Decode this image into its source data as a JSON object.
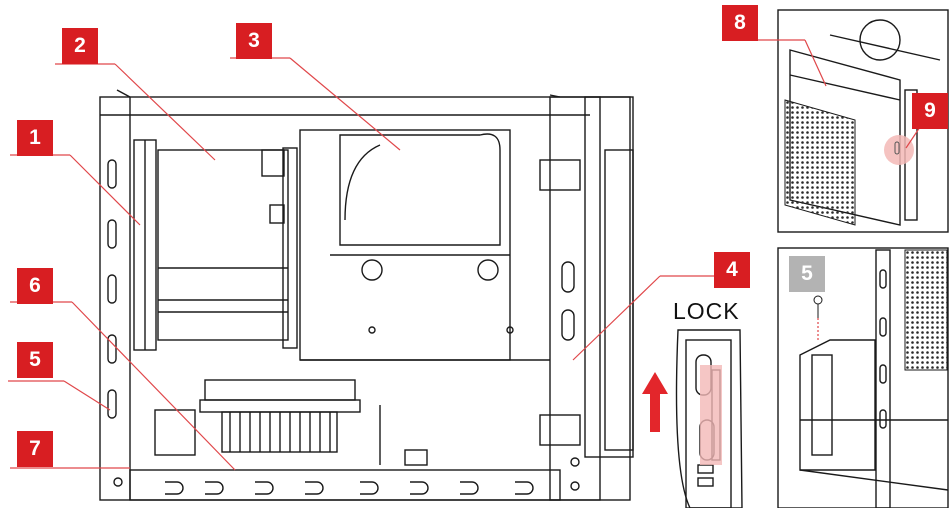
{
  "callouts": [
    {
      "id": "callout-1",
      "label": "1"
    },
    {
      "id": "callout-2",
      "label": "2"
    },
    {
      "id": "callout-3",
      "label": "3"
    },
    {
      "id": "callout-4",
      "label": "4"
    },
    {
      "id": "callout-5",
      "label": "5"
    },
    {
      "id": "callout-6",
      "label": "6"
    },
    {
      "id": "callout-7",
      "label": "7"
    },
    {
      "id": "callout-8",
      "label": "8"
    },
    {
      "id": "callout-9",
      "label": "9"
    }
  ],
  "inset_label": "5",
  "lock_text": "LOCK",
  "colors": {
    "callout": "#d81e22",
    "leader": "#e0474a",
    "line": "#1a1a1a",
    "arrow": "#e3262b",
    "highlight": "#f3b8b6",
    "inset_badge": "#b3b3b3"
  },
  "icons": [
    "up-arrow-icon",
    "screw-icon"
  ]
}
